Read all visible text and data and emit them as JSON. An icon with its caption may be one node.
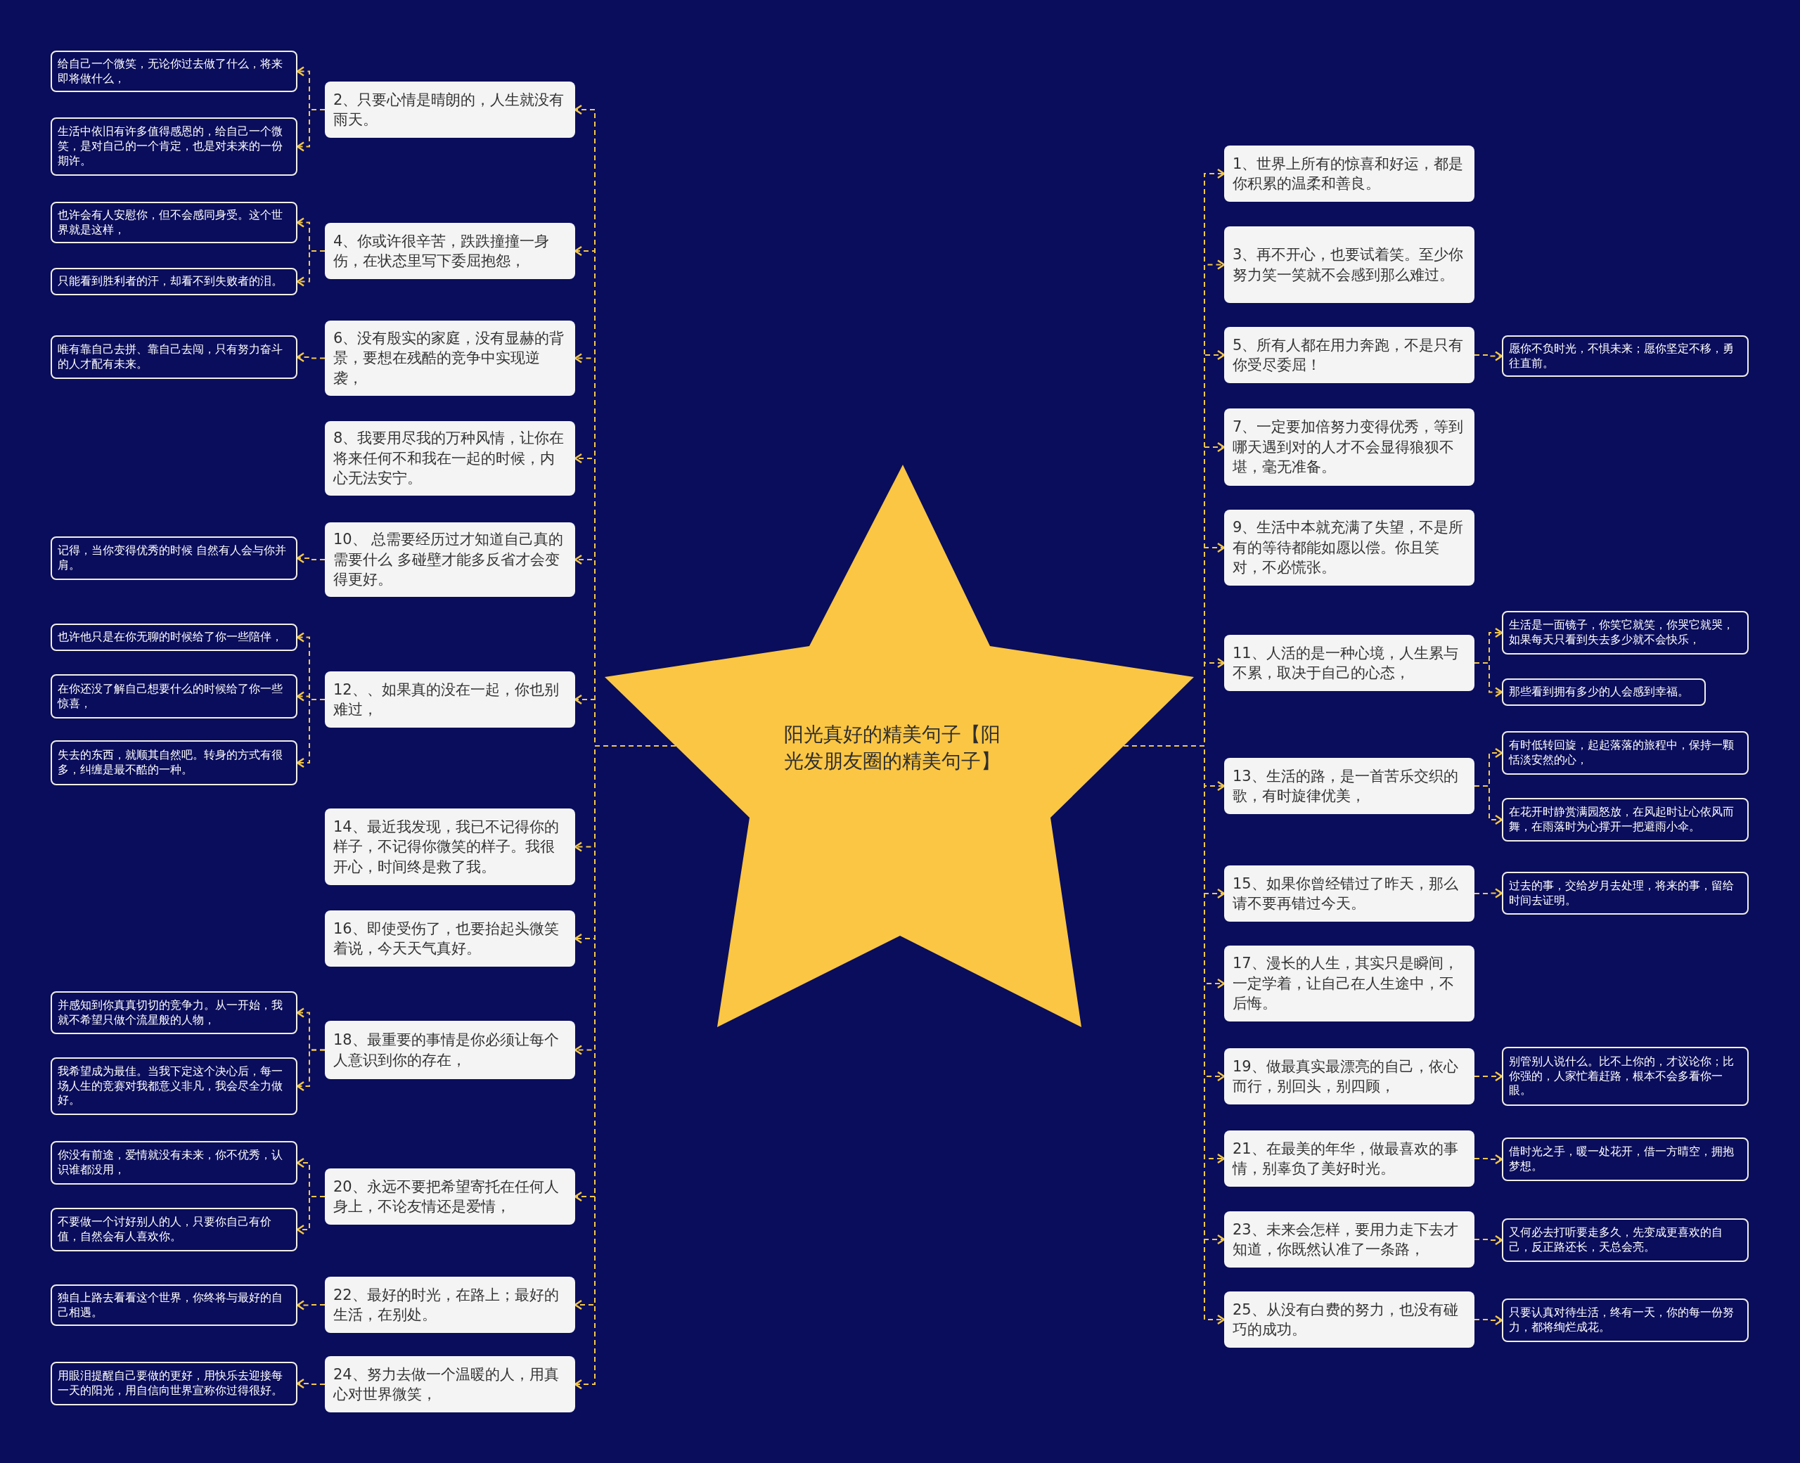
{
  "diagram": {
    "nodes": [
      {
        "text": [
          "阳光真好的精美句子【阳光发朋友圈的精美句子】"
        ]
      },
      {
        "text": [
          "1、世界上所有的惊喜和好运，都是你积累的温柔和善良。"
        ]
      },
      {
        "text": [
          "2、只要心情是晴朗的，人生就没有雨天。"
        ]
      },
      {
        "text": [
          "给自己一个微笑，无论你过去做了什么，将来即将做什么，"
        ]
      },
      {
        "text": [
          "生活中依旧有许多值得感恩的，给自己一个微笑，是对自己的一个肯定，也是对未来的一份期许。"
        ]
      },
      {
        "text": [
          "3、再不开心，也要试着笑。至少你努力笑一笑就不会感到那么难过。"
        ]
      },
      {
        "text": [
          "4、你或许很辛苦，跌跌撞撞一身伤，在状态里写下委屈抱怨，"
        ]
      },
      {
        "text": [
          "也许会有人安慰你，但不会感同身受。这个世界就是这样，"
        ]
      },
      {
        "text": [
          "只能看到胜利者的汗，却看不到失败者的泪。"
        ]
      },
      {
        "text": [
          "5、所有人都在用力奔跑，不是只有你受尽委屈！"
        ]
      },
      {
        "text": [
          "愿你不负时光，不惧未来；愿你坚定不移，勇往直前。"
        ]
      },
      {
        "text": [
          "6、没有殷实的家庭，没有显赫的背景，要想在残酷的竞争中实现逆袭，"
        ]
      },
      {
        "text": [
          "唯有靠自己去拼、靠自己去闯，只有努力奋斗的人才配有未来。"
        ]
      },
      {
        "text": [
          "7、一定要加倍努力变得优秀，等到哪天遇到对的人才不会显得狼狈不堪，毫无准备。"
        ]
      },
      {
        "text": [
          "8、我要用尽我的万种风情，让你在将来任何不和我在一起的时候，内心无法安宁。"
        ]
      },
      {
        "text": [
          "9、生活中本就充满了失望，不是所有的等待都能如愿以偿。你且笑对，不必慌张。"
        ]
      },
      {
        "text": [
          "10、 总需要经历过才知道自己真的需要什么 多碰壁才能多反省才会变得更好。"
        ]
      },
      {
        "text": [
          "记得，当你变得优秀的时候 自然有人会与你并肩。"
        ]
      },
      {
        "text": [
          "11、人活的是一种心境，人生累与不累，取决于自己的心态，"
        ]
      },
      {
        "text": [
          "生活是一面镜子，你笑它就笑，你哭它就哭，如果每天只看到失去多少就不会快乐，"
        ]
      },
      {
        "text": [
          "那些看到拥有多少的人会感到幸福。"
        ]
      },
      {
        "text": [
          "12、、如果真的没在一起，你也别难过，"
        ]
      },
      {
        "text": [
          "也许他只是在你无聊的时候给了你一些陪伴，"
        ]
      },
      {
        "text": [
          "在你还没了解自己想要什么的时候给了你一些惊喜，"
        ]
      },
      {
        "text": [
          "失去的东西，就顺其自然吧。转身的方式有很多，纠缠是最不酷的一种。"
        ]
      },
      {
        "text": [
          "13、生活的路，是一首苦乐交织的歌，有时旋律优美，"
        ]
      },
      {
        "text": [
          "有时低转回旋，起起落落的旅程中，保持一颗恬淡安然的心，"
        ]
      },
      {
        "text": [
          "在花开时静赏满园怒放，在风起时让心依风而舞，在雨落时为心撑开一把避雨小伞。"
        ]
      },
      {
        "text": [
          "14、最近我发现，我已不记得你的样子，不记得你微笑的样子。我很开心，时间终是救了我。"
        ]
      },
      {
        "text": [
          "15、如果你曾经错过了昨天，那么请不要再错过今天。"
        ]
      },
      {
        "text": [
          "过去的事，交给岁月去处理，将来的事，留给时间去证明。"
        ]
      },
      {
        "text": [
          "16、即使受伤了，也要抬起头微笑着说，今天天气真好。"
        ]
      },
      {
        "text": [
          "17、漫长的人生，其实只是瞬间，一定学着，让自己在人生途中，不后悔。"
        ]
      },
      {
        "text": [
          "18、最重要的事情是你必须让每个人意识到你的存在，"
        ]
      },
      {
        "text": [
          "并感知到你真真切切的竞争力。从一开始，我就不希望只做个流星般的人物，"
        ]
      },
      {
        "text": [
          "我希望成为最佳。当我下定这个决心后，每一场人生的竞赛对我都意义非凡，我会尽全力做好。"
        ]
      },
      {
        "text": [
          "19、做最真实最漂亮的自己，依心而行，别回头，别四顾，"
        ]
      },
      {
        "text": [
          "别管别人说什么。比不上你的，才议论你；比你强的，人家忙着赶路，根本不会多看你一眼。"
        ]
      },
      {
        "text": [
          "20、永远不要把希望寄托在任何人身上，不论友情还是爱情，"
        ]
      },
      {
        "text": [
          "你没有前途，爱情就没有未来，你不优秀，认识谁都没用，"
        ]
      },
      {
        "text": [
          "不要做一个讨好别人的人，只要你自己有价值，自然会有人喜欢你。"
        ]
      },
      {
        "text": [
          "21、在最美的年华，做最喜欢的事情，别辜负了美好时光。"
        ]
      },
      {
        "text": [
          "借时光之手，暖一处花开，借一方晴空，拥抱梦想。"
        ]
      },
      {
        "text": [
          "22、最好的时光，在路上；最好的生活，在别处。"
        ]
      },
      {
        "text": [
          "独自上路去看看这个世界，你终将与最好的自己相遇。"
        ]
      },
      {
        "text": [
          "23、未来会怎样，要用力走下去才知道，你既然认准了一条路，"
        ]
      },
      {
        "text": [
          "又何必去打听要走多久，先变成更喜欢的自己，反正路还长，天总会亮。"
        ]
      },
      {
        "text": [
          "24、努力去做一个温暖的人，用真心对世界微笑，"
        ]
      },
      {
        "text": [
          "用眼泪提醒自己要做的更好，用快乐去迎接每一天的阳光，用自信向世界宣称你过得很好。"
        ]
      },
      {
        "text": [
          "25、从没有白费的努力，也没有碰巧的成功。"
        ]
      },
      {
        "text": [
          "只要认真对待生活，终有一天，你的每一份努力，都将绚烂成花。"
        ]
      }
    ],
    "edges": [
      {
        "from": 0,
        "to": 1,
        "arrow": "to"
      },
      {
        "from": 0,
        "to": 2,
        "arrow": "to"
      },
      {
        "from": 2,
        "to": 3,
        "arrow": "to"
      },
      {
        "from": 2,
        "to": 4,
        "arrow": "to"
      },
      {
        "from": 0,
        "to": 5,
        "arrow": "to"
      },
      {
        "from": 0,
        "to": 6,
        "arrow": "to"
      },
      {
        "from": 6,
        "to": 7,
        "arrow": "to"
      },
      {
        "from": 6,
        "to": 8,
        "arrow": "to"
      },
      {
        "from": 0,
        "to": 9,
        "arrow": "to"
      },
      {
        "from": 9,
        "to": 10,
        "arrow": "to"
      },
      {
        "from": 0,
        "to": 11,
        "arrow": "to"
      },
      {
        "from": 11,
        "to": 12,
        "arrow": "to"
      },
      {
        "from": 0,
        "to": 13,
        "arrow": "to"
      },
      {
        "from": 0,
        "to": 14,
        "arrow": "to"
      },
      {
        "from": 0,
        "to": 15,
        "arrow": "to"
      },
      {
        "from": 0,
        "to": 16,
        "arrow": "to"
      },
      {
        "from": 16,
        "to": 17,
        "arrow": "to"
      },
      {
        "from": 0,
        "to": 18,
        "arrow": "to"
      },
      {
        "from": 18,
        "to": 19,
        "arrow": "to"
      },
      {
        "from": 18,
        "to": 20,
        "arrow": "to"
      },
      {
        "from": 0,
        "to": 21,
        "arrow": "to"
      },
      {
        "from": 21,
        "to": 22,
        "arrow": "to"
      },
      {
        "from": 21,
        "to": 23,
        "arrow": "to"
      },
      {
        "from": 21,
        "to": 24,
        "arrow": "to"
      },
      {
        "from": 0,
        "to": 25,
        "arrow": "to"
      },
      {
        "from": 25,
        "to": 26,
        "arrow": "to"
      },
      {
        "from": 25,
        "to": 27,
        "arrow": "to"
      },
      {
        "from": 0,
        "to": 28,
        "arrow": "to"
      },
      {
        "from": 0,
        "to": 29,
        "arrow": "to"
      },
      {
        "from": 29,
        "to": 30,
        "arrow": "to"
      },
      {
        "from": 0,
        "to": 31,
        "arrow": "to"
      },
      {
        "from": 0,
        "to": 32,
        "arrow": "to"
      },
      {
        "from": 0,
        "to": 33,
        "arrow": "to"
      },
      {
        "from": 33,
        "to": 34,
        "arrow": "to"
      },
      {
        "from": 33,
        "to": 35,
        "arrow": "to"
      },
      {
        "from": 0,
        "to": 36,
        "arrow": "to"
      },
      {
        "from": 36,
        "to": 37,
        "arrow": "to"
      },
      {
        "from": 0,
        "to": 38,
        "arrow": "to"
      },
      {
        "from": 38,
        "to": 39,
        "arrow": "to"
      },
      {
        "from": 38,
        "to": 40,
        "arrow": "to"
      },
      {
        "from": 0,
        "to": 41,
        "arrow": "to"
      },
      {
        "from": 41,
        "to": 42,
        "arrow": "to"
      },
      {
        "from": 0,
        "to": 43,
        "arrow": "to"
      },
      {
        "from": 43,
        "to": 44,
        "arrow": "to"
      },
      {
        "from": 0,
        "to": 45,
        "arrow": "to"
      },
      {
        "from": 45,
        "to": 46,
        "arrow": "to"
      },
      {
        "from": 0,
        "to": 47,
        "arrow": "to"
      },
      {
        "from": 47,
        "to": 48,
        "arrow": "to"
      },
      {
        "from": 0,
        "to": 49,
        "arrow": "to"
      },
      {
        "from": 49,
        "to": 50,
        "arrow": "to"
      }
    ]
  }
}
